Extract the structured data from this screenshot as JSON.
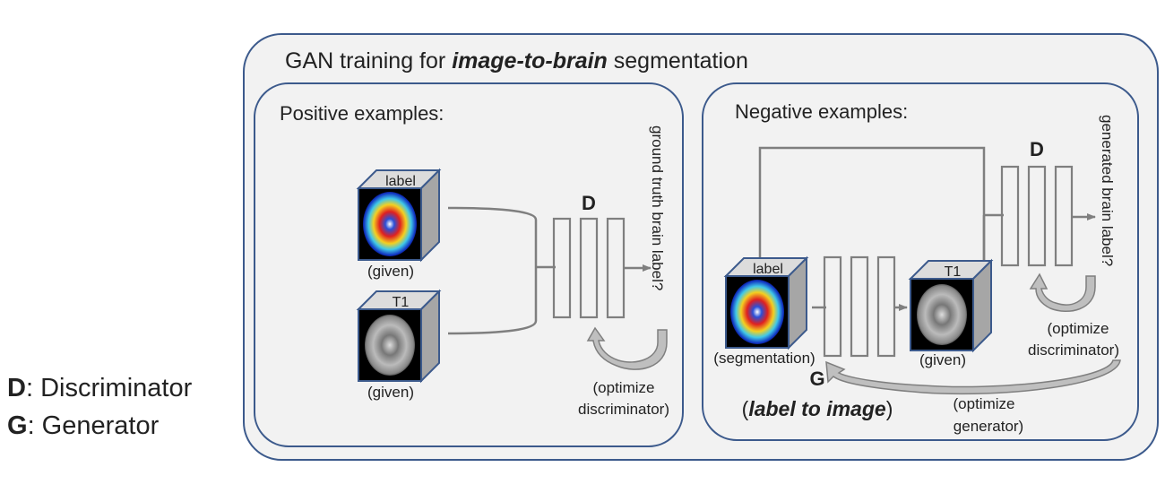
{
  "outer": {
    "title_prefix": "GAN training for ",
    "title_emphasis": "image-to-brain",
    "title_suffix": " segmentation"
  },
  "positive": {
    "heading": "Positive examples:",
    "label_cube": {
      "tag": "label",
      "caption": "(given)"
    },
    "t1_cube": {
      "tag": "T1",
      "caption": "(given)"
    },
    "discriminator_letter": "D",
    "output_text": "ground truth brain label?",
    "optimize_line1": "(optimize",
    "optimize_line2": "discriminator)"
  },
  "negative": {
    "heading": "Negative examples:",
    "label_cube": {
      "tag": "label",
      "caption": "(segmentation)"
    },
    "t1_cube": {
      "tag": "T1",
      "caption": "(given)"
    },
    "generator_letter": "G",
    "generator_caption_open": "(",
    "generator_caption_emphasis": "label to image",
    "generator_caption_close": ")",
    "discriminator_letter": "D",
    "output_text": "generated brain label?",
    "optimize_disc_line1": "(optimize",
    "optimize_disc_line2": "discriminator)",
    "optimize_gen_line1": "(optimize",
    "optimize_gen_line2": "generator)"
  },
  "legend": {
    "d_key": "D",
    "d_value": ": Discriminator",
    "g_key": "G",
    "g_value": ": Generator"
  },
  "colors": {
    "panel_border": "#3c5a8c",
    "panel_fill": "#f2f2f2",
    "line": "#7f7f7f",
    "cube_side": "#a6a6a6",
    "cube_top": "#dcdcdc"
  }
}
